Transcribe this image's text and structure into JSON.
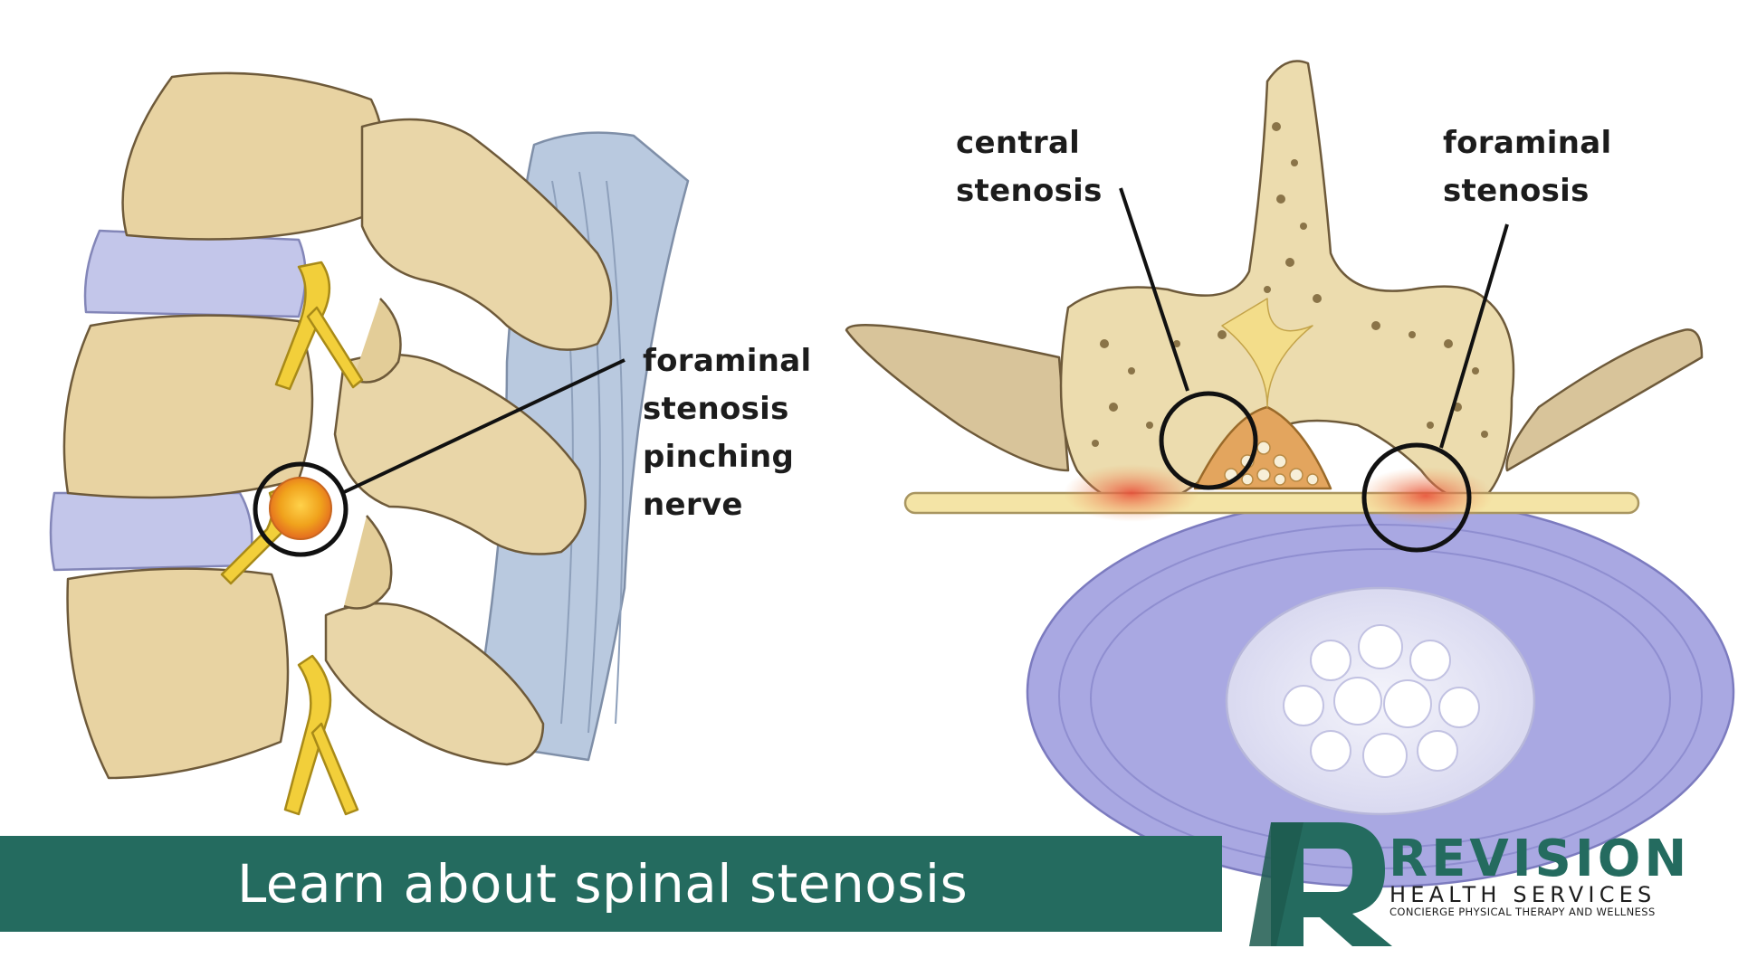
{
  "labels": {
    "left_foraminal": [
      "foraminal",
      "stenosis",
      "pinching",
      "nerve"
    ],
    "central": [
      "central",
      "stenosis"
    ],
    "right_foraminal": [
      "foraminal",
      "stenosis"
    ]
  },
  "banner": {
    "text": "Learn about spinal stenosis"
  },
  "brand": {
    "name": "REVISION",
    "sub": "HEALTH SERVICES",
    "tagline": "CONCIERGE PHYSICAL THERAPY AND WELLNESS"
  },
  "colors": {
    "bone": "#e8d3a2",
    "nerve": "#f2cf3a",
    "disc": "#a9a8e2",
    "brand_green": "#246b5f"
  }
}
